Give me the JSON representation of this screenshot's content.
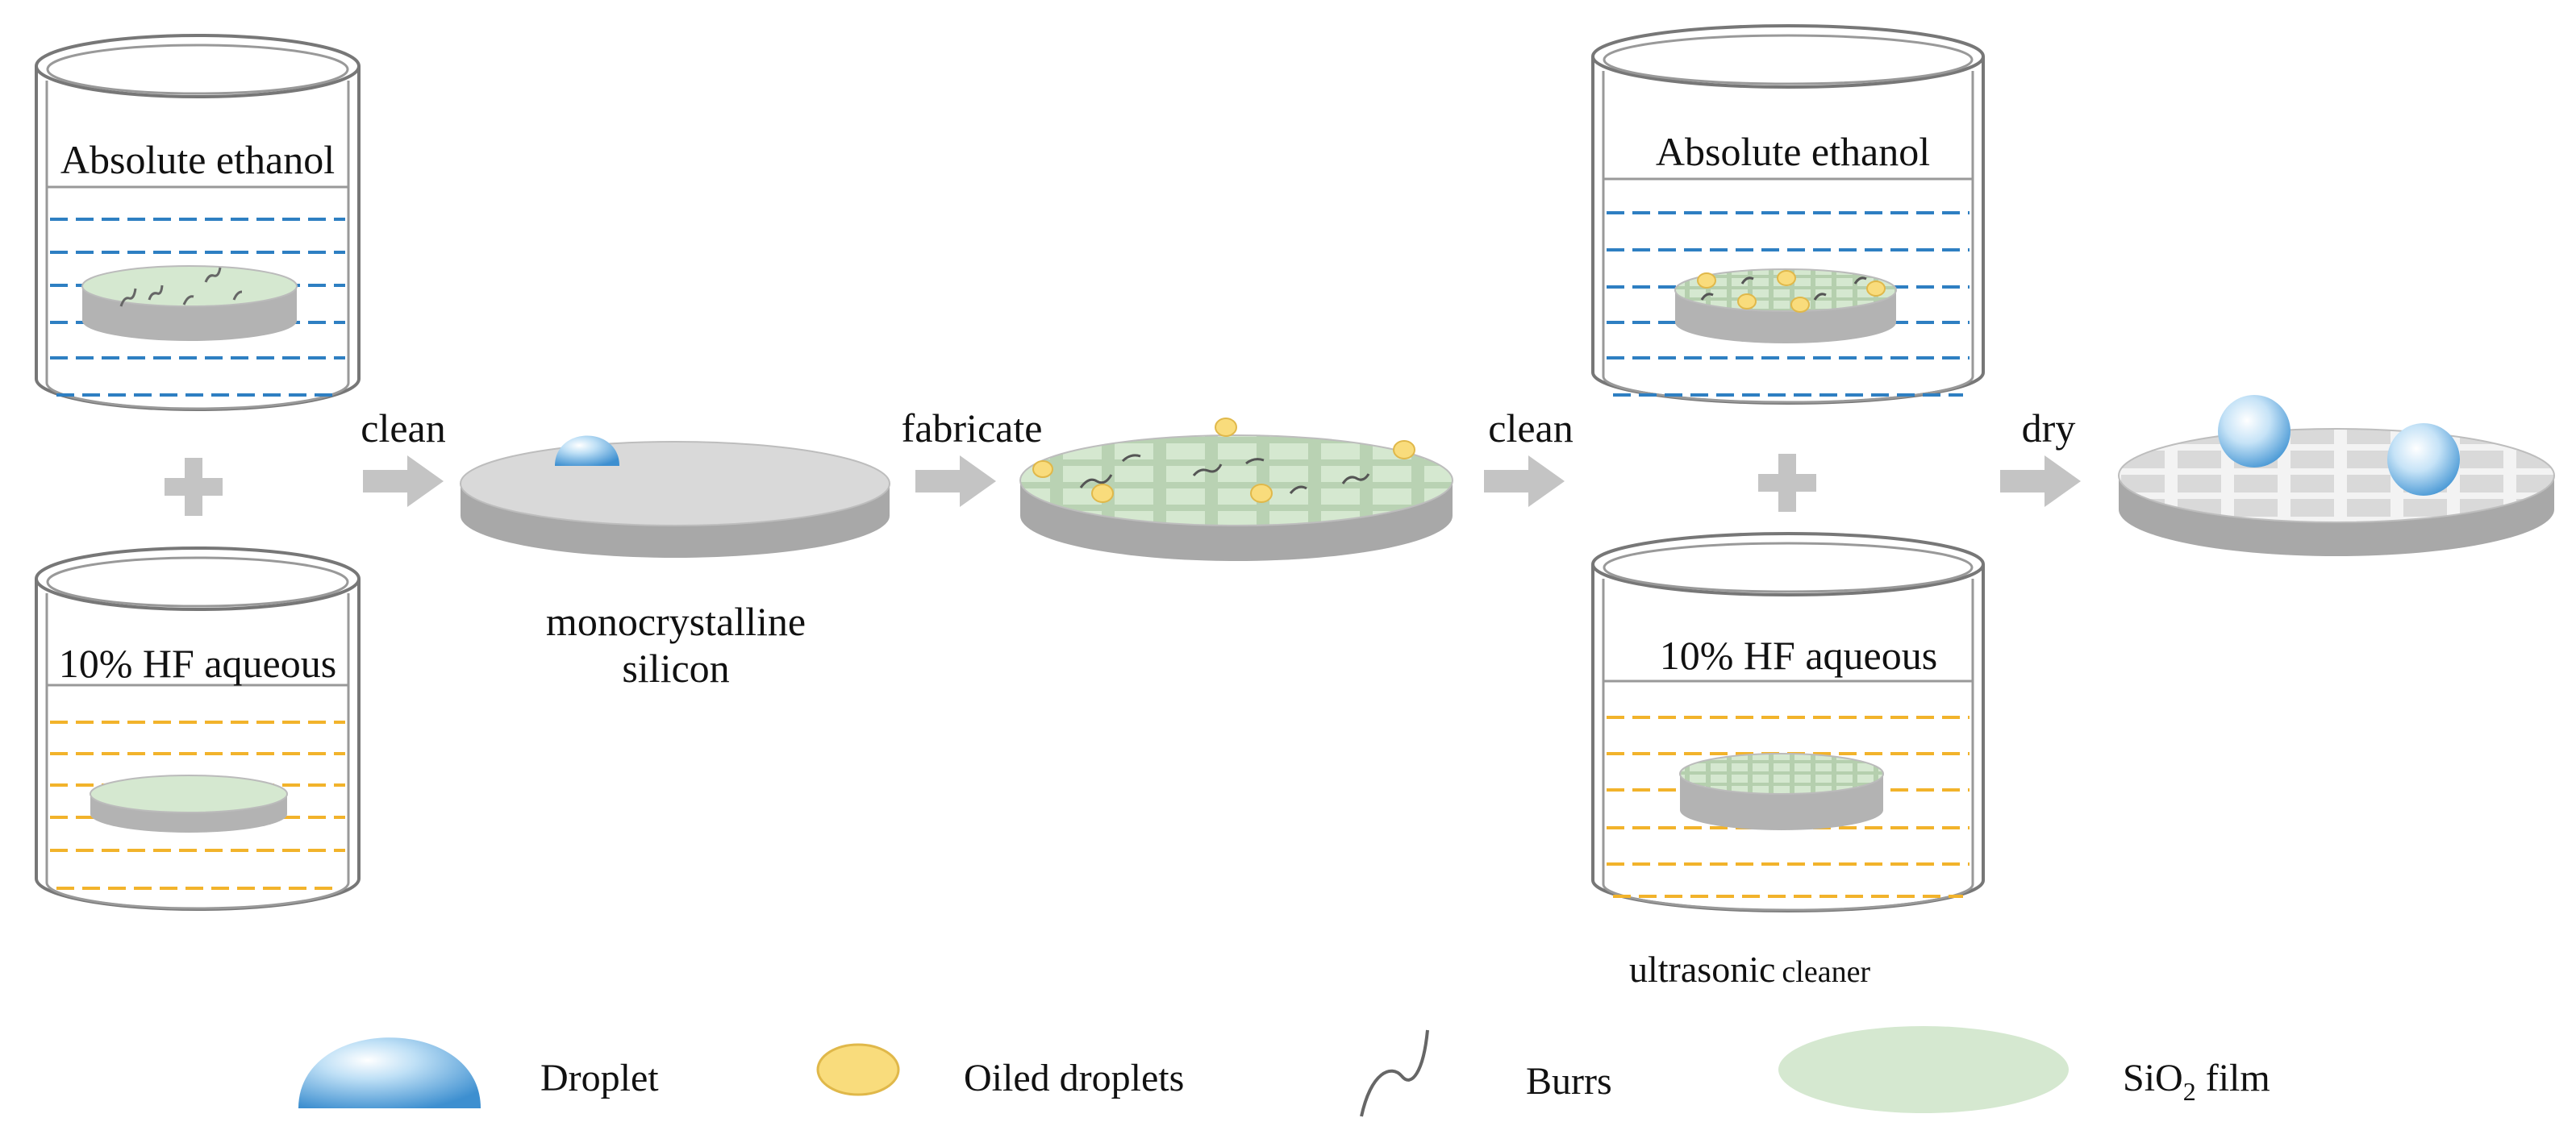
{
  "beakers": {
    "b1_top_label": "Absolute ethanol",
    "b1_bottom_label": "10% HF aqueous",
    "b2_top_label": "Absolute ethanol",
    "b2_bottom_label": "10% HF aqueous",
    "cleaner_label": "ultrasonic",
    "cleaner_label_small": "cleaner"
  },
  "steps": {
    "clean_1": "clean",
    "fabricate": "fabricate",
    "clean_2": "clean",
    "dry": "dry"
  },
  "substrate": {
    "name_line1": "monocrystalline",
    "name_line2": "silicon"
  },
  "legend": {
    "droplet": "Droplet",
    "oiled_droplets": "Oiled droplets",
    "burrs": "Burrs",
    "film_prefix": "SiO",
    "film_subscript": "2",
    "film_suffix": " film"
  },
  "colors": {
    "ethanol_dash": "#2e7fc2",
    "hf_dash": "#f2b32b",
    "sio2_film": "#d5e8d0",
    "silicon_gray": "#cfcfcf",
    "oil_yellow": "#f9dc7c",
    "droplet_blue": "#5aa9e0",
    "arrow_gray": "#c4c4c4"
  },
  "icons": [
    "plus-icon",
    "arrow-right-icon",
    "droplet-icon",
    "oiled-droplet-icon",
    "burr-icon",
    "film-icon"
  ]
}
